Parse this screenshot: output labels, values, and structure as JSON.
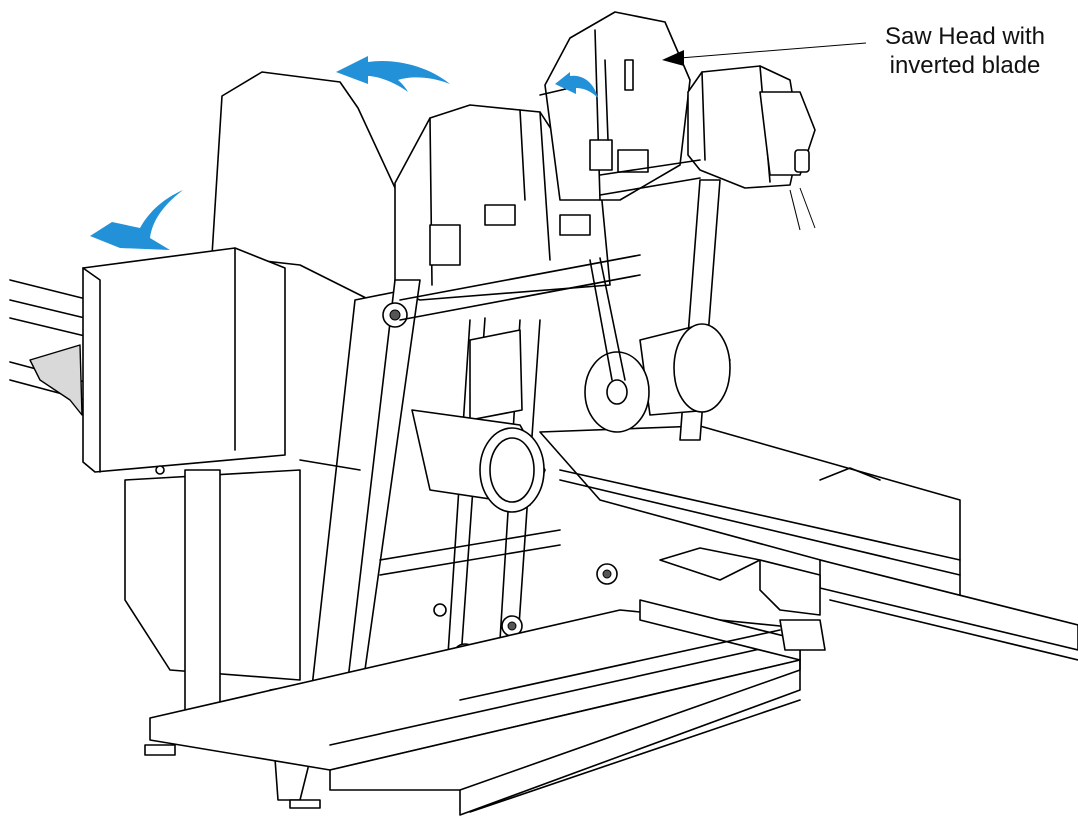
{
  "callout": {
    "line1": "Saw Head with",
    "line2": "inverted blade"
  },
  "colors": {
    "rotation_arrows": "#2391d8",
    "line_art": "#000000",
    "background": "#ffffff"
  },
  "icons": [
    "curved-rotation-arrow-left",
    "curved-rotation-arrow-up-left",
    "curved-rotation-arrow-small",
    "leader-arrowhead"
  ]
}
